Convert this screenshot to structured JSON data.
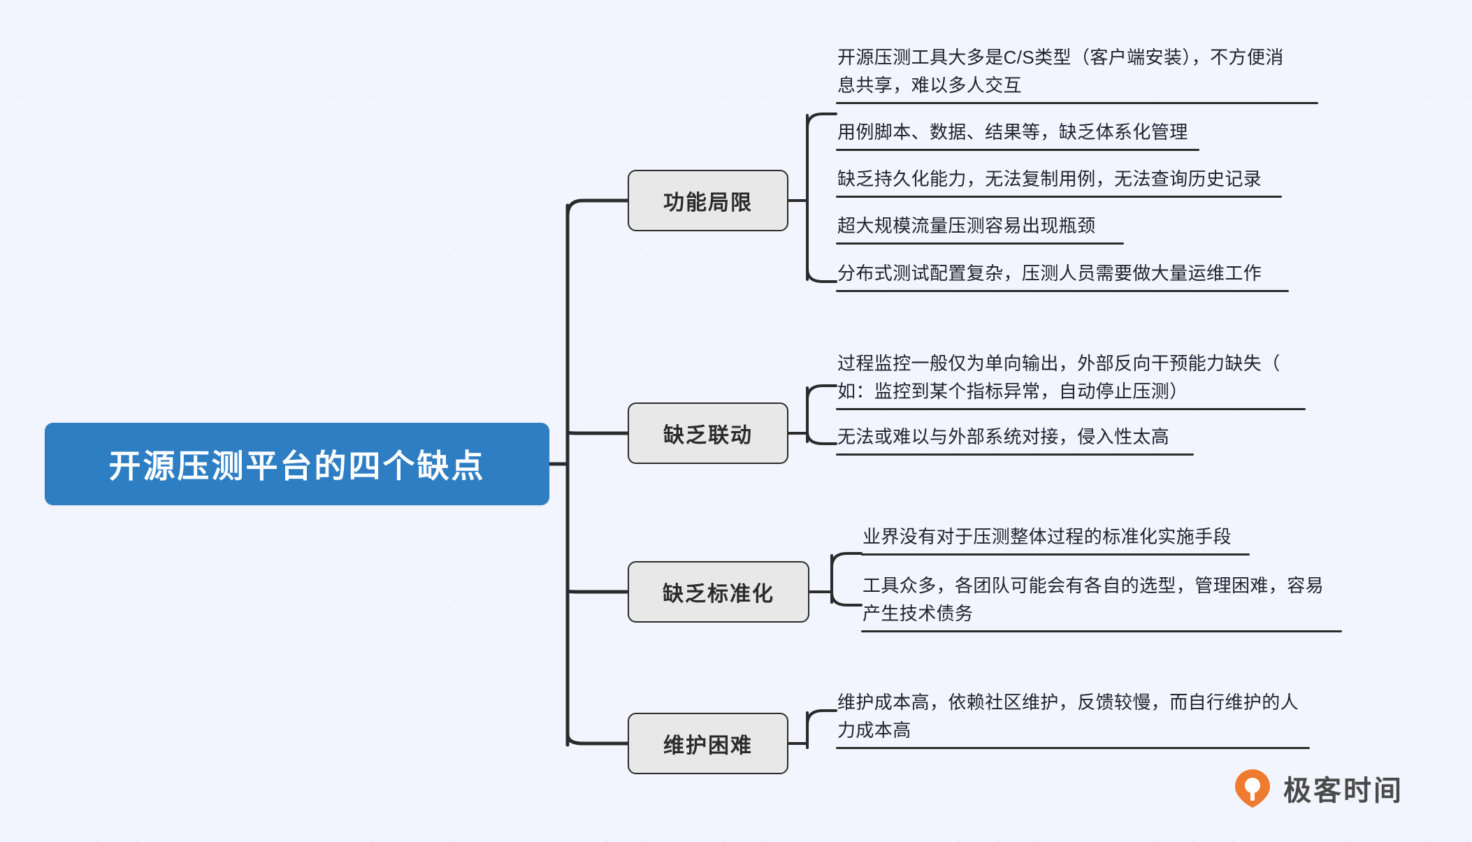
{
  "theme": {
    "background_color": "#f2f5fd",
    "root_fill": "#2e7ec4",
    "root_text_color": "#ffffff",
    "branch_fill": "#e8e8e8",
    "branch_border": "#2b2b2b",
    "edge_color": "#2b2b2b",
    "leaf_text_color": "#1f2230",
    "logo_accent": "#ee7b30"
  },
  "root": {
    "label": "开源压测平台的四个缺点"
  },
  "branches": [
    {
      "label": "功能局限",
      "leaves": [
        {
          "text": "开源压测工具大多是C/S类型（客户端安装），不方便消\n息共享，难以多人交互"
        },
        {
          "text": "用例脚本、数据、结果等，缺乏体系化管理"
        },
        {
          "text": "缺乏持久化能力，无法复制用例，无法查询历史记录"
        },
        {
          "text": "超大规模流量压测容易出现瓶颈"
        },
        {
          "text": "分布式测试配置复杂，压测人员需要做大量运维工作"
        }
      ]
    },
    {
      "label": "缺乏联动",
      "leaves": [
        {
          "text": "过程监控一般仅为单向输出，外部反向干预能力缺失（\n如：监控到某个指标异常，自动停止压测）"
        },
        {
          "text": "无法或难以与外部系统对接，侵入性太高"
        }
      ]
    },
    {
      "label": "缺乏标准化",
      "leaves": [
        {
          "text": "业界没有对于压测整体过程的标准化实施手段"
        },
        {
          "text": "工具众多，各团队可能会有各自的选型，管理困难，容易\n产生技术债务"
        }
      ]
    },
    {
      "label": "维护困难",
      "leaves": [
        {
          "text": "维护成本高，依赖社区维护，反馈较慢，而自行维护的人\n力成本高"
        }
      ]
    }
  ],
  "watermark": {
    "brand": "极客时间",
    "icon": "geektime-logo-icon"
  }
}
